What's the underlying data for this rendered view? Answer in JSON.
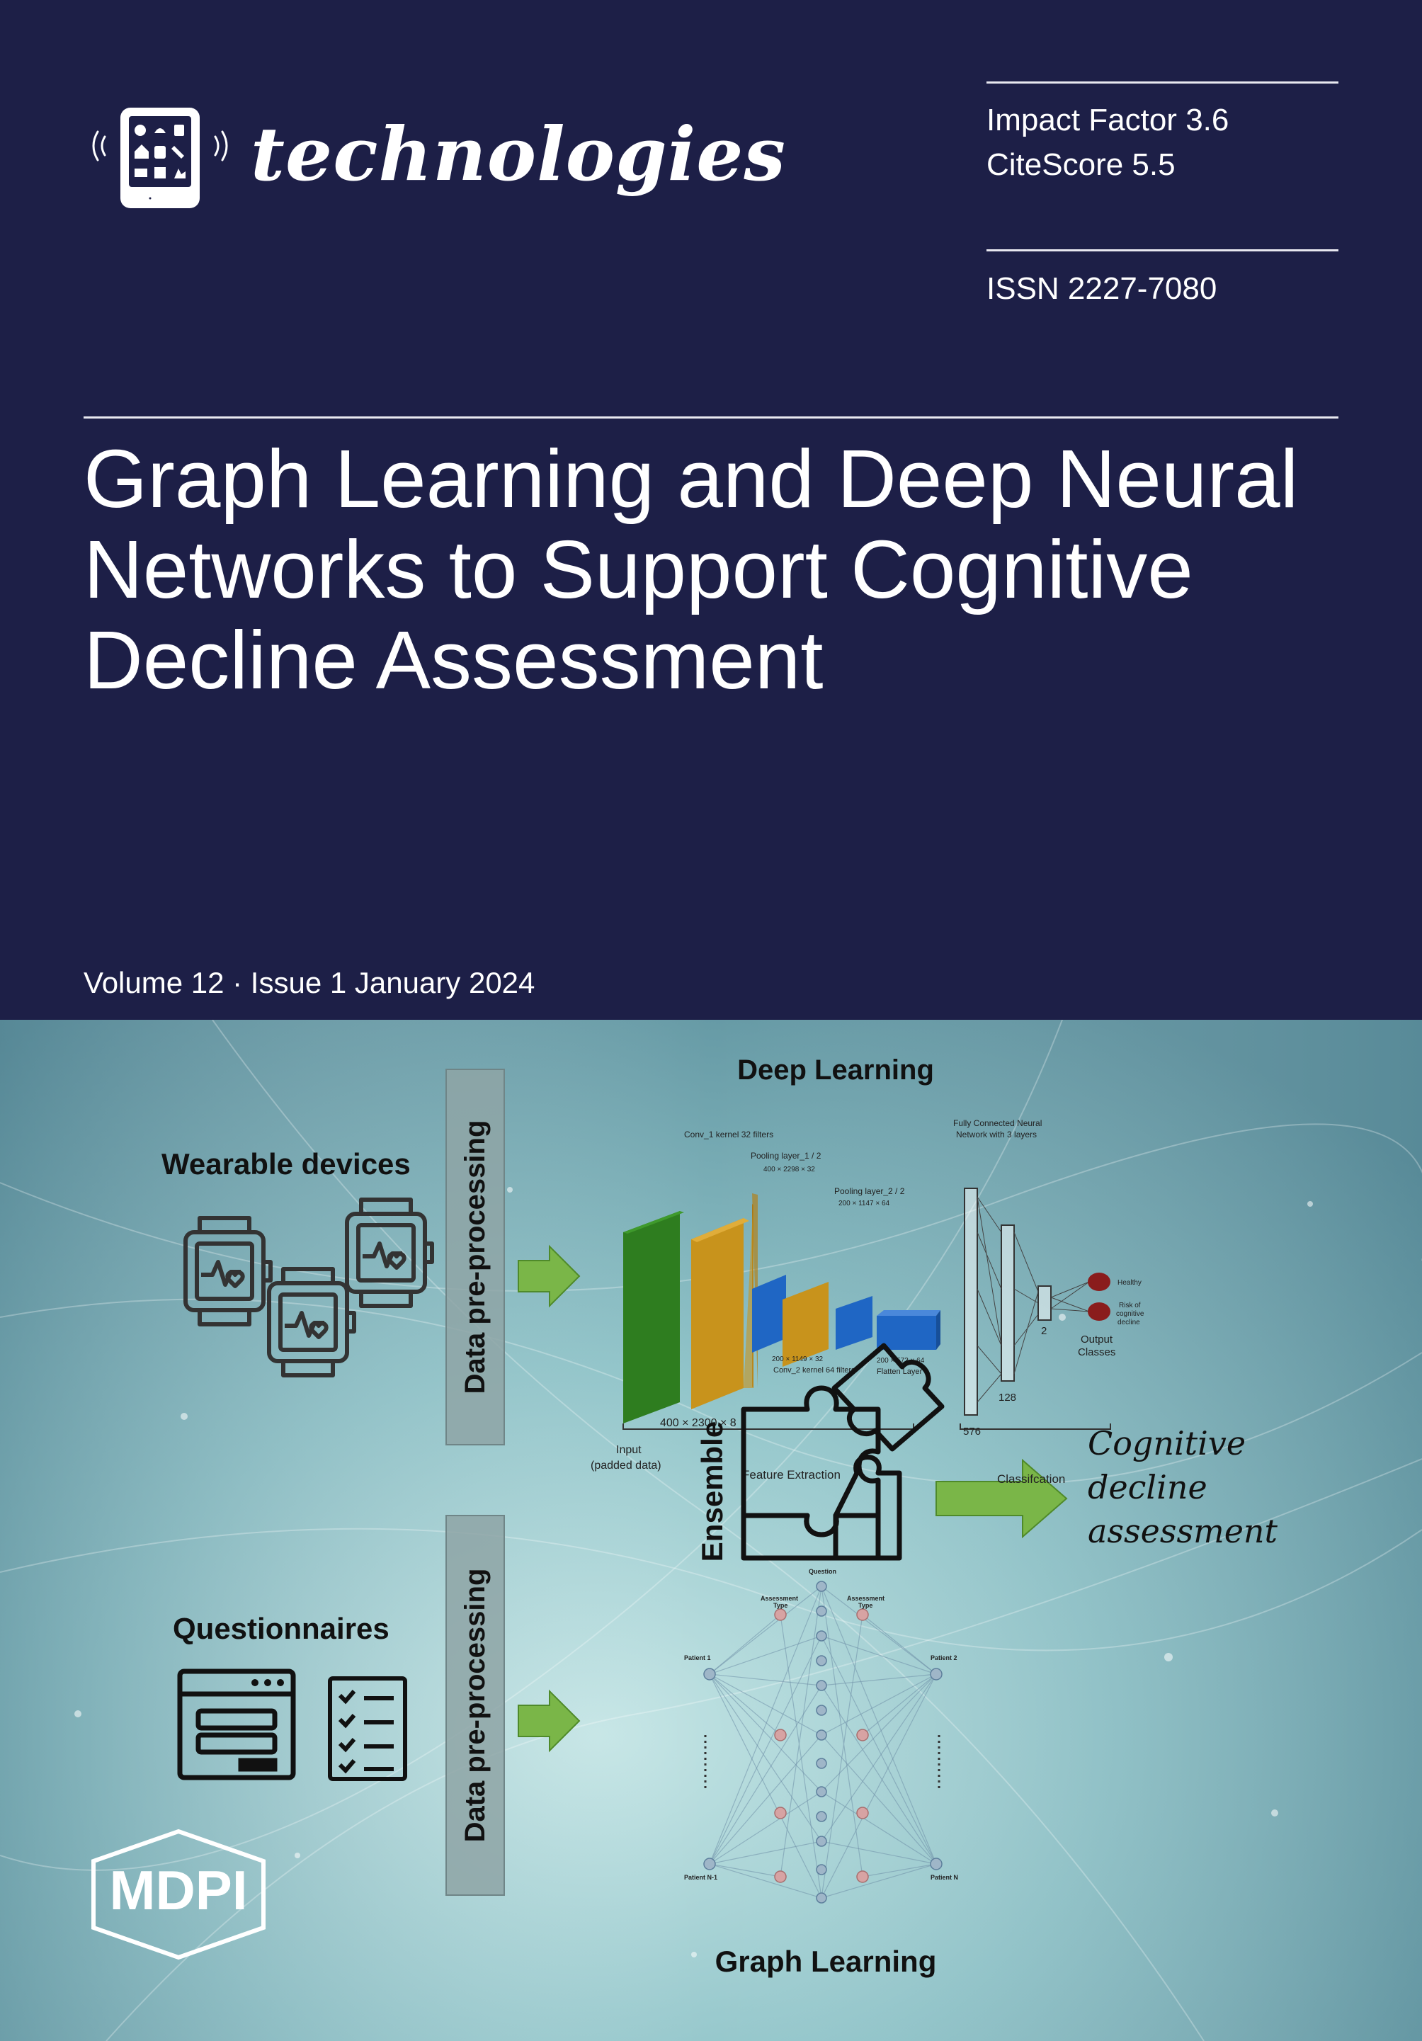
{
  "journal": {
    "name": "technologies"
  },
  "metrics": {
    "impact_factor": "Impact Factor 3.6",
    "citescore": "CiteScore 5.5",
    "issn": "ISSN 2227-7080"
  },
  "article": {
    "title_lines": [
      "Graph Learning and Deep Neural",
      "Networks to Support Cognitive",
      "Decline Assessment"
    ]
  },
  "issue": {
    "label": "Volume 12 · Issue 1 January 2024"
  },
  "figure": {
    "deep_learning": "Deep Learning",
    "wearable_devices": "Wearable devices",
    "preprocessing_top": "Data pre-processing",
    "preprocessing_bottom": "Data pre-processing",
    "questionnaires": "Questionnaires",
    "ensemble": "Ensemble",
    "outcome_lines": [
      "Cognitive",
      "decline",
      "assessment"
    ],
    "graph_learning": "Graph Learning",
    "cnn": {
      "conv1": "Conv_1 kernel 32 filters",
      "pool1": "Pooling layer_1 / 2",
      "pool1_dim": "400 × 2298 × 32",
      "pool2": "Pooling layer_2 / 2",
      "pool2_dim": "200 × 1147 × 64",
      "conv2_dim": "200 × 1149 × 32",
      "conv2": "Conv_2 kernel 64 filters",
      "flatten_dim": "200 × 573 × 64",
      "flatten": "Flatten Layer",
      "fc_line1": "Fully Connected Neural",
      "fc_line2": "Network with 3 layers",
      "input_dim": "400 × 2300 × 8",
      "input_line1": "Input",
      "input_line2": "(padded data)",
      "feature_extraction": "Feature Extraction",
      "classification": "Classifcation",
      "n576": "576",
      "n128": "128",
      "n2": "2",
      "healthy": "Healthy",
      "risk1": "Risk of",
      "risk2": "cognitive",
      "risk3": "decline",
      "output1": "Output",
      "output2": "Classes"
    },
    "graph": {
      "question": "Question",
      "assess1": "Assessment",
      "type1": "Type",
      "assess2": "Assessment",
      "type2": "Type",
      "patient1": "Patient 1",
      "patient2": "Patient 2",
      "patientN1": "Patient N-1",
      "patientN": "Patient N"
    }
  },
  "publisher": {
    "logo_text": "MDPI"
  },
  "colors": {
    "navy": "#1d1f47",
    "teal": "#7fb6bd",
    "arrow_green": "#7ab648",
    "conv_green": "#2e7d1f",
    "conv_orange": "#c8931c",
    "pool_blue": "#1f66c4"
  }
}
